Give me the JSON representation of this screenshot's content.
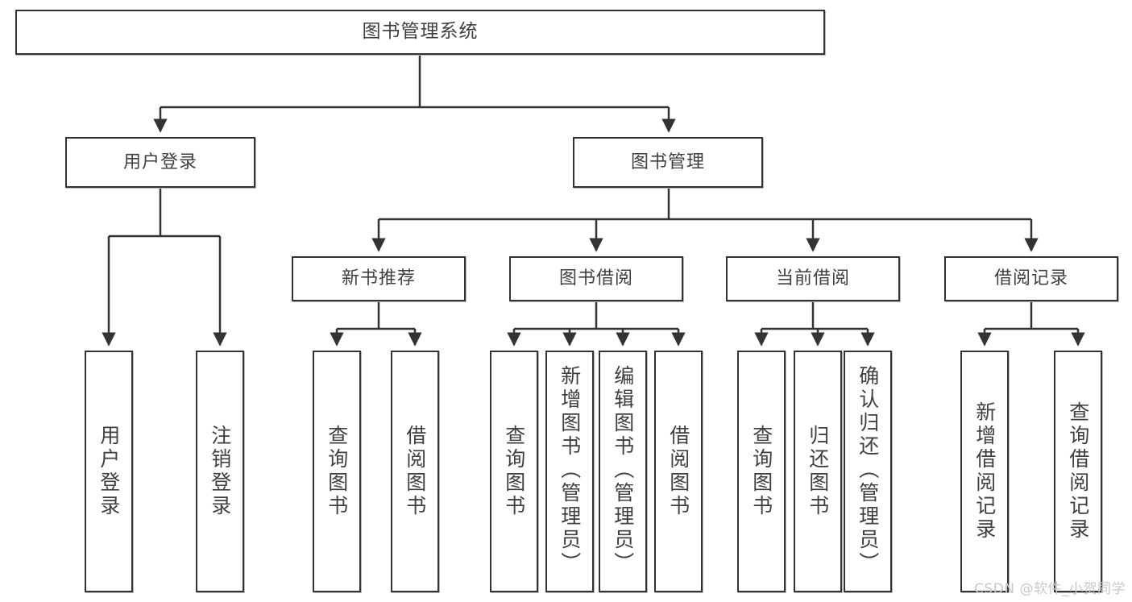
{
  "diagram": {
    "title": "图书管理系统",
    "type": "tree",
    "watermark": "CSDN @软件_小贺同学",
    "style": {
      "border_color": "#333333",
      "text_color": "#3f3f3f",
      "background": "#ffffff",
      "watermark_color": "#c9c9c9"
    },
    "nodes": {
      "root": {
        "label": "图书管理系统"
      },
      "level2": [
        {
          "label": "用户登录"
        },
        {
          "label": "图书管理"
        }
      ],
      "level3": [
        {
          "label": "新书推荐"
        },
        {
          "label": "图书借阅"
        },
        {
          "label": "当前借阅"
        },
        {
          "label": "借阅记录"
        }
      ],
      "leaves_user_login": [
        {
          "label": "用户登录"
        },
        {
          "label": "注销登录"
        }
      ],
      "leaves_new_book": [
        {
          "label": "查询图书"
        },
        {
          "label": "借阅图书"
        }
      ],
      "leaves_borrow": [
        {
          "label": "查询图书"
        },
        {
          "label": "新增图书（管理员）"
        },
        {
          "label": "编辑图书（管理员）"
        },
        {
          "label": "借阅图书"
        }
      ],
      "leaves_current": [
        {
          "label": "查询图书"
        },
        {
          "label": "归还图书"
        },
        {
          "label": "确认归还（管理员）"
        }
      ],
      "leaves_records": [
        {
          "label": "新增借阅记录"
        },
        {
          "label": "查询借阅记录"
        }
      ]
    }
  }
}
